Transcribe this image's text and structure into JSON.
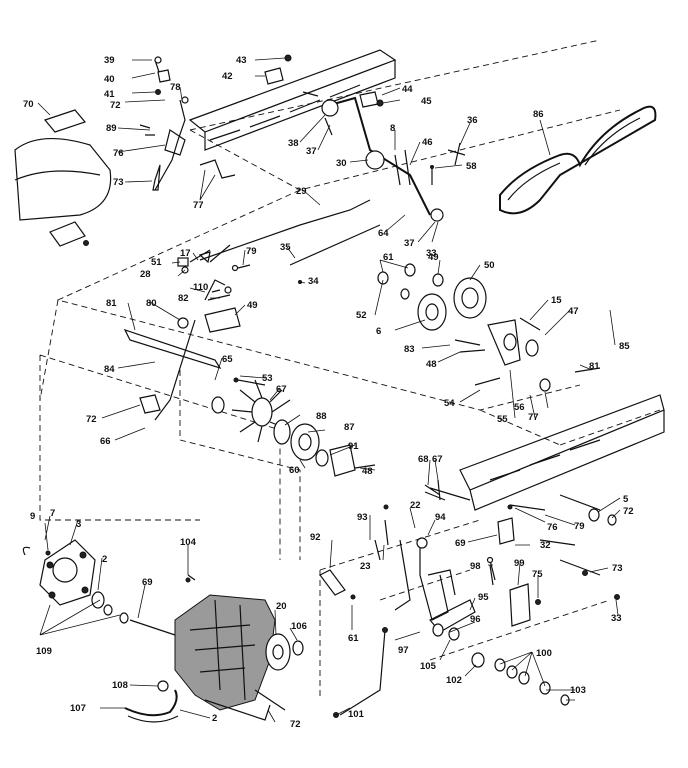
{
  "diagram": {
    "labels": [
      "39",
      "40",
      "41",
      "43",
      "42",
      "44",
      "45",
      "70",
      "72",
      "78",
      "89",
      "76",
      "73",
      "77",
      "38",
      "37",
      "8",
      "46",
      "36",
      "30",
      "58",
      "86",
      "29",
      "64",
      "37",
      "33",
      "17",
      "51",
      "28",
      "79",
      "35",
      "34",
      "61",
      "49",
      "50",
      "110",
      "82",
      "81",
      "80",
      "49",
      "52",
      "6",
      "15",
      "47",
      "85",
      "53",
      "48",
      "81",
      "84",
      "65",
      "83",
      "72",
      "66",
      "67",
      "88",
      "87",
      "60",
      "91",
      "48",
      "54",
      "55",
      "56",
      "77",
      "68",
      "67",
      "5",
      "72",
      "79",
      "76",
      "69",
      "32",
      "73",
      "98",
      "99",
      "75",
      "33",
      "9",
      "7",
      "3",
      "2",
      "69",
      "109",
      "104",
      "92",
      "93",
      "23",
      "22",
      "94",
      "95",
      "96",
      "97",
      "105",
      "61",
      "20",
      "106",
      "108",
      "107",
      "2",
      "72",
      "101",
      "100",
      "102",
      "103"
    ]
  }
}
